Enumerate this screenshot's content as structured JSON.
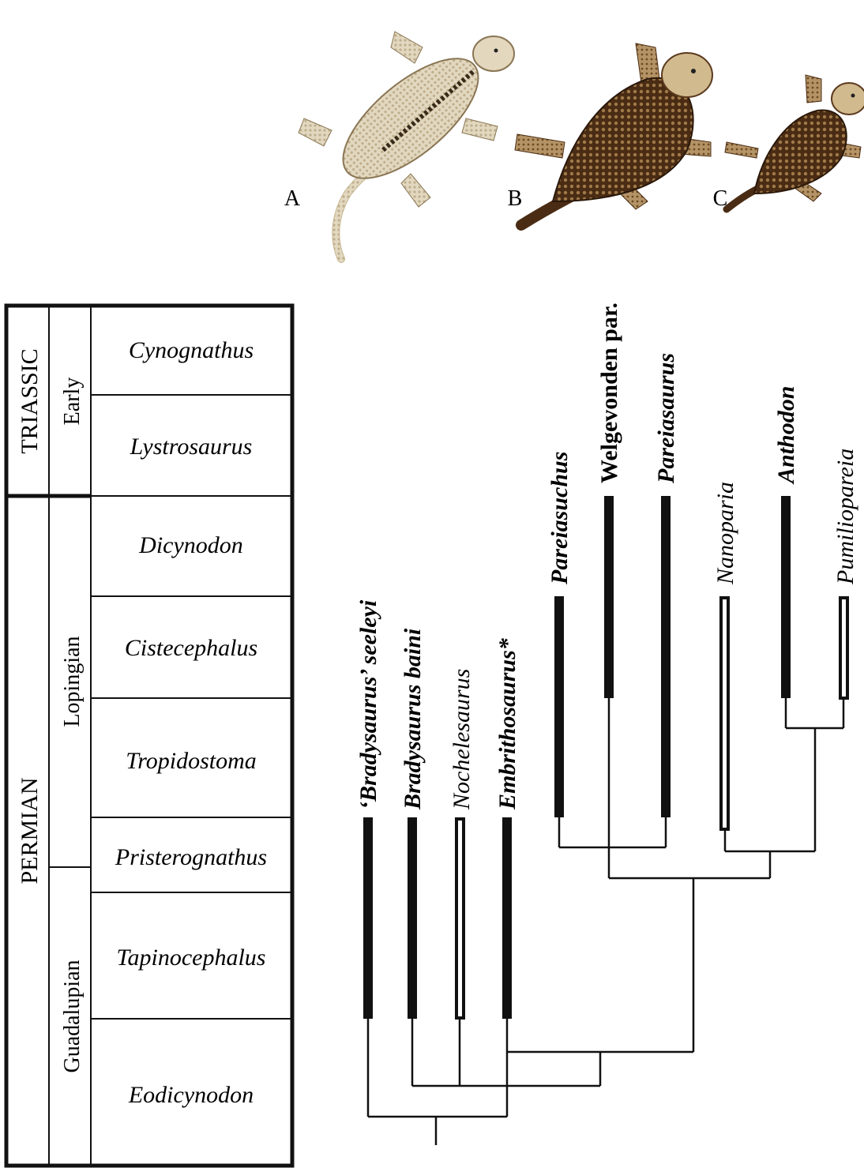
{
  "illustrations": [
    {
      "letter": "A",
      "icon": "pareiasaur-illustration-pale-long-tail",
      "color": "#d9cdb3"
    },
    {
      "letter": "B",
      "icon": "pareiasaur-illustration-dark-armored",
      "color": "#5b3a1e"
    },
    {
      "letter": "C",
      "icon": "pareiasaur-illustration-small-armored",
      "color": "#5b3a1e"
    }
  ],
  "timescale": {
    "periods": [
      "TRIASSIC",
      "PERMIAN"
    ],
    "epochs": [
      "Early",
      "Lopingian",
      "Guadalupian"
    ],
    "zones": [
      "Cynognathus",
      "Lystrosaurus",
      "Dicynodon",
      "Cistecephalus",
      "Tropidostoma",
      "Pristerognathus",
      "Tapinocephalus",
      "Eodicynodon"
    ]
  },
  "taxa": [
    {
      "label": "‘Bradysaurus’ seeleyi",
      "bold": true,
      "range": "solid"
    },
    {
      "label": "Bradysaurus baini",
      "bold": true,
      "range": "solid"
    },
    {
      "label": "Nochelesaurus",
      "bold": false,
      "range": "open"
    },
    {
      "label": "Embrithosaurus*",
      "bold": true,
      "range": "solid"
    },
    {
      "label": "Pareiasuchus",
      "bold": true,
      "range": "solid"
    },
    {
      "label": "Welgevonden par.",
      "bold": true,
      "italic": false,
      "range": "solid"
    },
    {
      "label": "Pareiasaurus",
      "bold": true,
      "range": "solid"
    },
    {
      "label": "Nanoparia",
      "bold": false,
      "range": "open"
    },
    {
      "label": "Anthodon",
      "bold": true,
      "range": "solid"
    },
    {
      "label": "Pumiliopareia",
      "bold": false,
      "range": "open"
    }
  ]
}
